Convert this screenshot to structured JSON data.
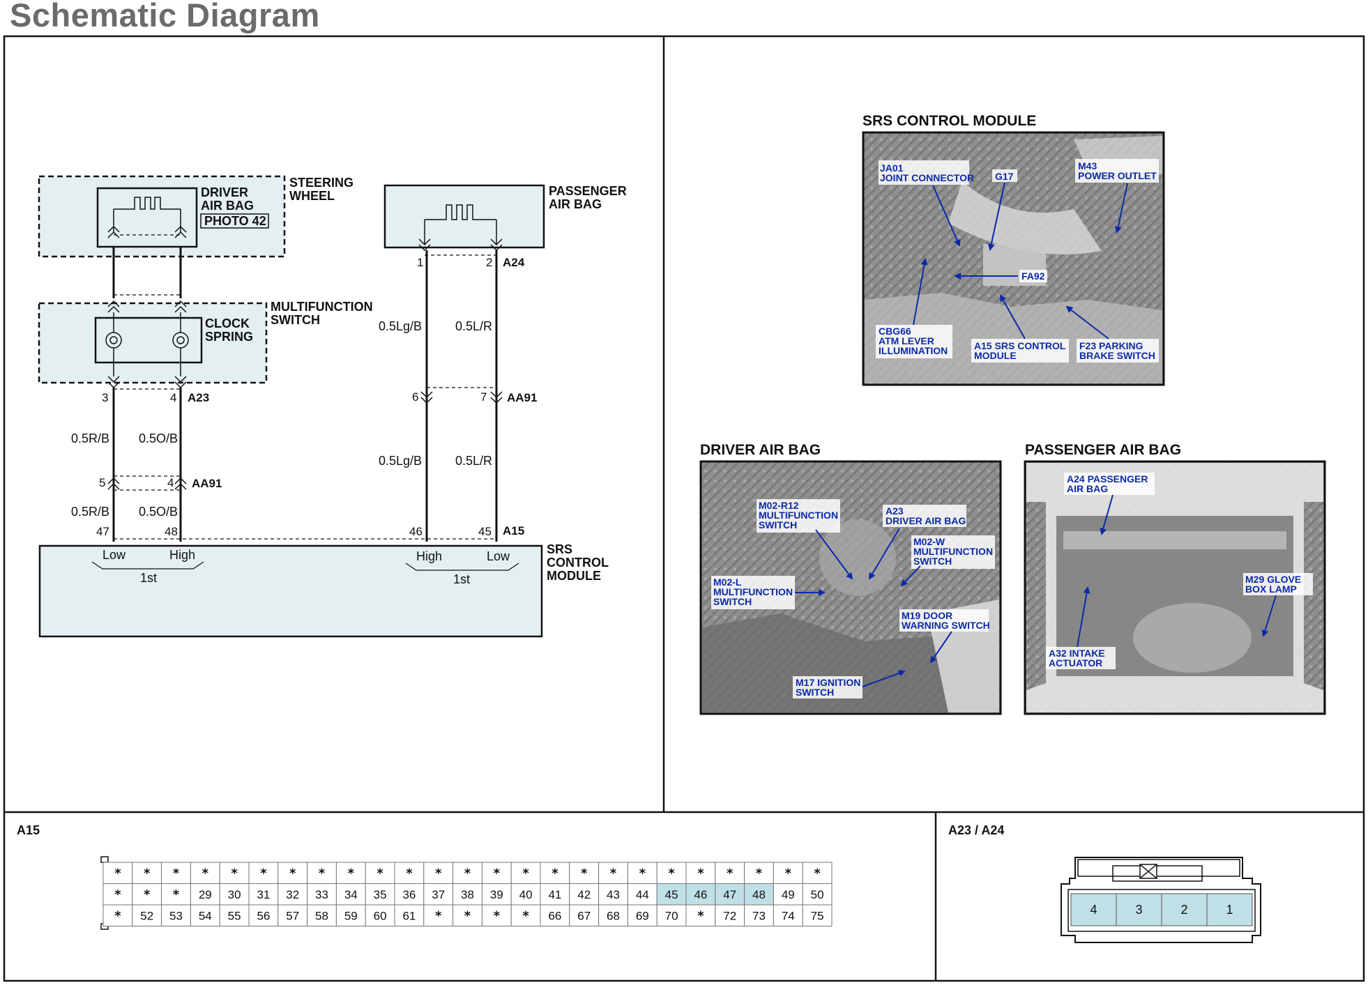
{
  "page_title": "Schematic Diagram",
  "schematic": {
    "steering_wheel": "STEERING|WHEEL",
    "driver_air_bag": "DRIVER|AIR BAG",
    "photo_ref": "PHOTO 42",
    "multifunction_switch": "MULTIFUNCTION|SWITCH",
    "clock_spring": "CLOCK|SPRING",
    "passenger_air_bag": "PASSENGER|AIR BAG",
    "srs_control_module": "SRS|CONTROL|MODULE",
    "connectors": {
      "a23": "A23",
      "aa91_left": "AA91",
      "a24": "A24",
      "aa91_right": "AA91",
      "a15": "A15"
    },
    "pins": {
      "p3": "3",
      "p4": "4",
      "p5": "5",
      "p4b": "4",
      "p47": "47",
      "p48": "48",
      "p1": "1",
      "p2": "2",
      "p6": "6",
      "p7": "7",
      "p46": "46",
      "p45": "45"
    },
    "wires": {
      "l_left_upper": "0.5R/B",
      "l_right_upper": "0.5O/B",
      "l_left_lower": "0.5R/B",
      "l_right_lower": "0.5O/B",
      "r_left_upper": "0.5Lg/B",
      "r_right_upper": "0.5L/R",
      "r_left_lower": "0.5Lg/B",
      "r_right_lower": "0.5L/R"
    },
    "module_labels": {
      "low_left": "Low",
      "high_left": "High",
      "first_left": "1st",
      "high_right": "High",
      "low_right": "Low",
      "first_right": "1st"
    }
  },
  "photos": {
    "srs": {
      "title": "SRS CONTROL MODULE",
      "callouts": {
        "ja01": "JA01|JOINT CONNECTOR",
        "g17": "G17",
        "m43": "M43|POWER OUTLET",
        "fa92": "FA92",
        "cbg66": "CBG66|ATM LEVER|ILLUMINATION",
        "a15": "A15 SRS CONTROL|MODULE",
        "f23": "F23 PARKING|BRAKE SWITCH"
      }
    },
    "driver": {
      "title": "DRIVER AIR BAG",
      "callouts": {
        "m02r12": "M02-R12|MULTIFUNCTION|SWITCH",
        "a23": "A23|DRIVER AIR BAG",
        "m02w": "M02-W|MULTIFUNCTION|SWITCH",
        "m02l": "M02-L|MULTIFUNCTION|SWITCH",
        "m19": "M19 DOOR|WARNING SWITCH",
        "m17": "M17 IGNITION|SWITCH"
      }
    },
    "passenger": {
      "title": "PASSENGER AIR BAG",
      "callouts": {
        "a24": "A24 PASSENGER|AIR BAG",
        "m29": "M29 GLOVE|BOX LAMP",
        "a32": "A32 INTAKE|ACTUATOR"
      }
    }
  },
  "connector_a15": {
    "title": "A15",
    "rows": [
      [
        "*",
        "*",
        "*",
        "*",
        "*",
        "*",
        "*",
        "*",
        "*",
        "*",
        "*",
        "*",
        "*",
        "*",
        "*",
        "*",
        "*",
        "*",
        "*",
        "*",
        "*",
        "*",
        "*",
        "*",
        "*"
      ],
      [
        "*",
        "*",
        "*",
        "29",
        "30",
        "31",
        "32",
        "33",
        "34",
        "35",
        "36",
        "37",
        "38",
        "39",
        "40",
        "41",
        "42",
        "43",
        "44",
        "45",
        "46",
        "47",
        "48",
        "49",
        "50"
      ],
      [
        "*",
        "52",
        "53",
        "54",
        "55",
        "56",
        "57",
        "58",
        "59",
        "60",
        "61",
        "*",
        "*",
        "*",
        "*",
        "66",
        "67",
        "68",
        "69",
        "70",
        "*",
        "72",
        "73",
        "74",
        "75"
      ]
    ],
    "highlighted": [
      "45",
      "46",
      "47",
      "48"
    ],
    "highlight_color": "#bfe0e6"
  },
  "connector_a23_a24": {
    "title": "A23 / A24",
    "pins": [
      "4",
      "3",
      "2",
      "1"
    ],
    "color": "#bfe0e6"
  },
  "colors": {
    "component_fill": "#e4eff1",
    "callout_blue": "#0b2aa8"
  }
}
